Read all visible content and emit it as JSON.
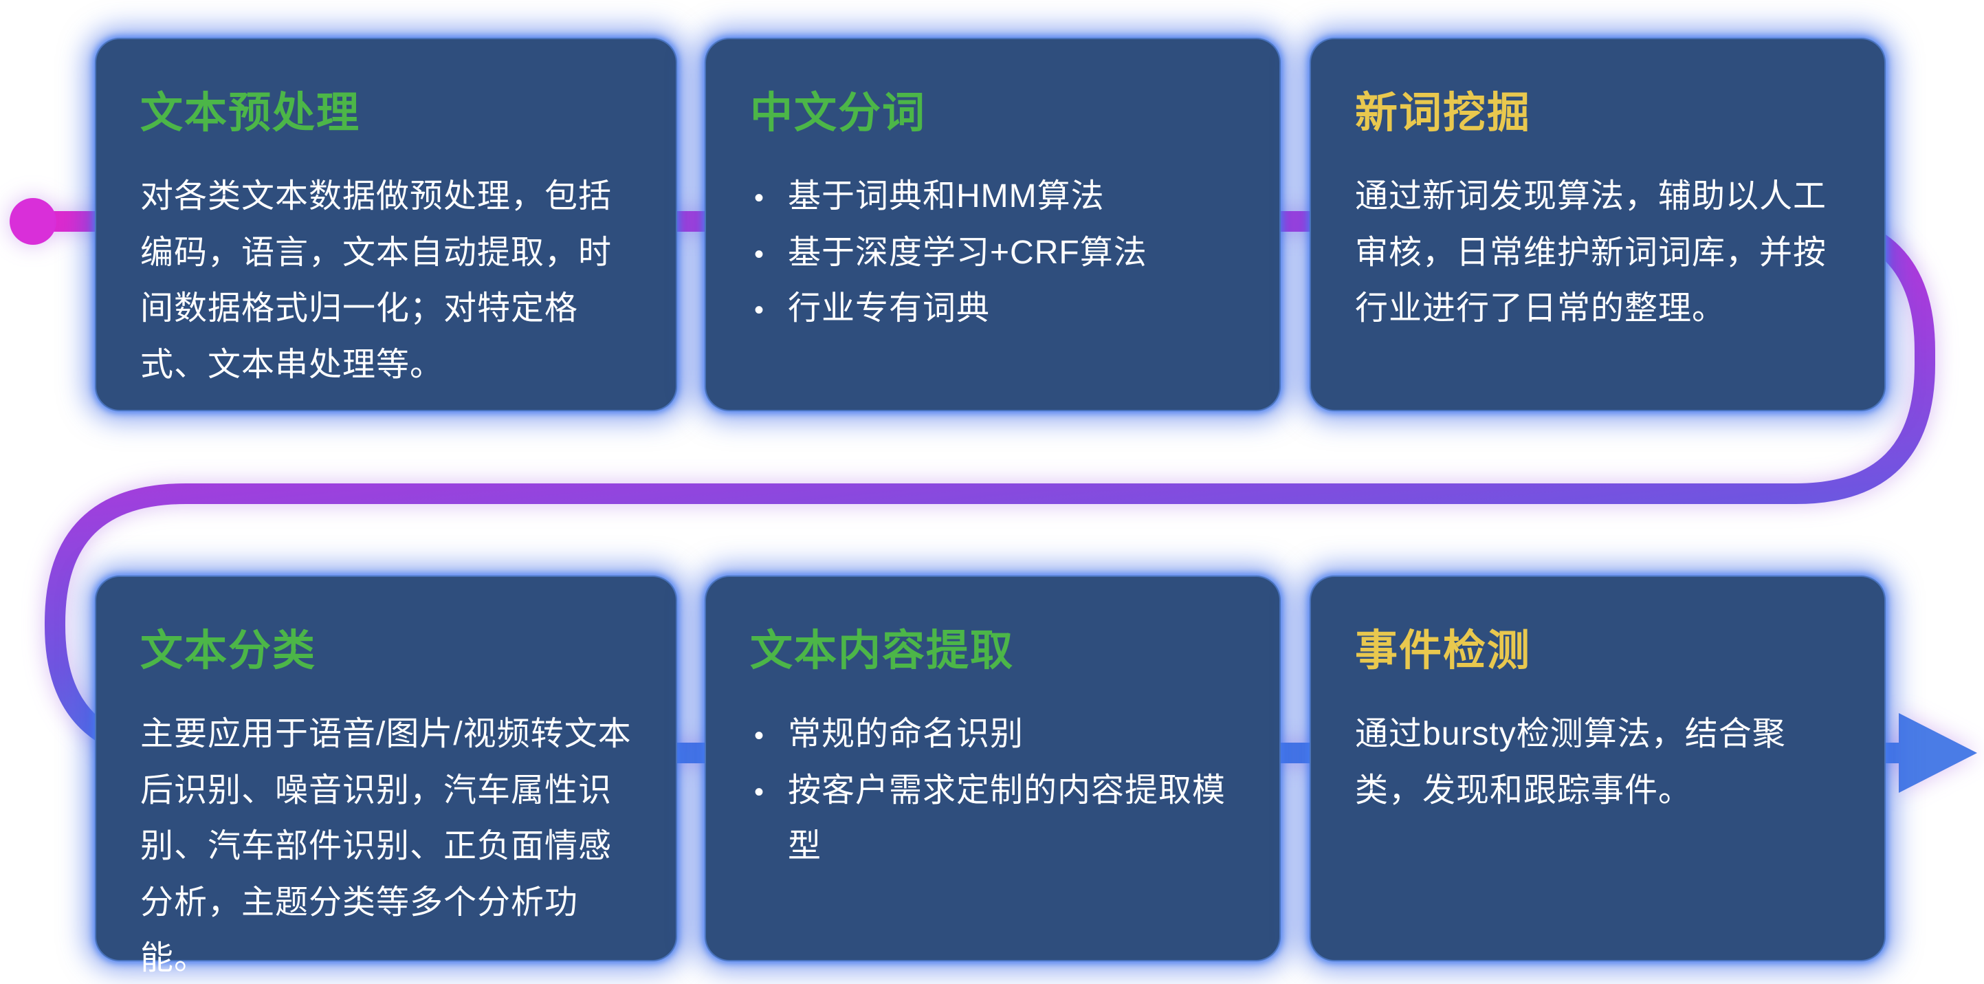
{
  "diagram_title": "NLP text-processing pipeline",
  "cards": [
    {
      "id": "text-preprocessing",
      "title": "文本预处理",
      "accent": "green",
      "type": "paragraph",
      "body": "对各类文本数据做预处理，包括编码，语言，文本自动提取，时间数据格式归一化；对特定格式、文本串处理等。"
    },
    {
      "id": "chinese-word-segmentation",
      "title": "中文分词",
      "accent": "green",
      "type": "bullets",
      "bullets": [
        "基于词典和HMM算法",
        "基于深度学习+CRF算法",
        "行业专有词典"
      ]
    },
    {
      "id": "new-word-mining",
      "title": "新词挖掘",
      "accent": "yellow",
      "type": "paragraph",
      "body": "通过新词发现算法，辅助以人工审核，日常维护新词词库，并按行业进行了日常的整理。"
    },
    {
      "id": "text-classification",
      "title": "文本分类",
      "accent": "green",
      "type": "paragraph",
      "body": "主要应用于语音/图片/视频转文本后识别、噪音识别，汽车属性识别、汽车部件识别、正负面情感分析，主题分类等多个分析功能。"
    },
    {
      "id": "text-content-extraction",
      "title": "文本内容提取",
      "accent": "green",
      "type": "bullets",
      "bullets": [
        "常规的命名识别",
        "按客户需求定制的内容提取模型"
      ]
    },
    {
      "id": "event-detection",
      "title": "事件检测",
      "accent": "yellow",
      "type": "paragraph",
      "body": "通过bursty检测算法，结合聚类，发现和跟踪事件。"
    }
  ],
  "bullet_glyph": "•",
  "colors": {
    "card_background": "#2f4e7d",
    "card_glow": "#3e6fe0",
    "title_green": "#4cb648",
    "title_yellow": "#e9c84e",
    "body_text": "#ffffff",
    "flow_gradient_start": "#dd2ace",
    "flow_gradient_mid": "#9b41dd",
    "flow_gradient_end": "#4a7ce6",
    "flow_start_dot": "#d92fd9",
    "flow_arrow": "#4a7ce6"
  }
}
